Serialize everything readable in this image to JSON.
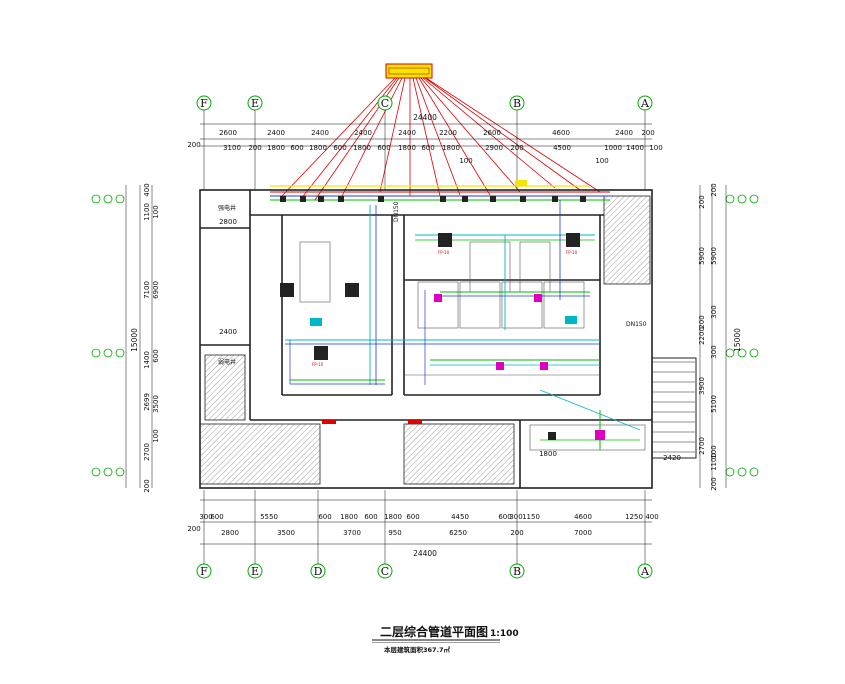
{
  "title": "二层综合管道平面图",
  "scale": "1:100",
  "area_note": "本层建筑面积367.7㎡",
  "legend_box": "",
  "axes_top": [
    "F",
    "E",
    "C",
    "B",
    "A"
  ],
  "axes_bottom": [
    "F",
    "E",
    "D",
    "C",
    "B",
    "A"
  ],
  "dims": {
    "top_row1": [
      "2600",
      "2400",
      "2400",
      "2400",
      "2400",
      "2200",
      "2600",
      "4600",
      "2400",
      "200"
    ],
    "top_total": "24400",
    "top_row2": [
      "200",
      "3100",
      "200",
      "1800",
      "600",
      "1800",
      "600",
      "1800",
      "600",
      "1800",
      "600",
      "1800",
      "2900",
      "200",
      "4500",
      "1000",
      "1400",
      "100"
    ],
    "top_small": [
      "100",
      "100"
    ],
    "bottom_row1": [
      "300",
      "600",
      "5550",
      "600",
      "1800",
      "600",
      "1800",
      "600",
      "4450",
      "600",
      "300",
      "1150",
      "4600",
      "1250",
      "400"
    ],
    "bottom_row2": [
      "200",
      "2800",
      "3500",
      "3700",
      "950",
      "6250",
      "200",
      "7000"
    ],
    "bottom_total": "24400",
    "left_outer": [
      "400",
      "1100",
      "7100",
      "1400",
      "2699",
      "2700",
      "200"
    ],
    "left_inner": [
      "100",
      "6900",
      "600",
      "3500",
      "100"
    ],
    "left_total": "15000",
    "right_outer": [
      "200",
      "5900",
      "300",
      "300",
      "5100",
      "100",
      "1100",
      "200"
    ],
    "right_inner": [
      "200",
      "5900",
      "200",
      "2200",
      "3900",
      "2700"
    ],
    "right_total": "15000",
    "misc": [
      "2800",
      "2400",
      "2420",
      "1800"
    ]
  },
  "rooms": {
    "shaft_top": "强电井",
    "shaft_mid": "弱电井",
    "dn": "DN150",
    "dn2": "DN150",
    "fp": [
      "FP-10",
      "FP-10",
      "FP-10"
    ]
  },
  "colors": {
    "wall": "#222222",
    "axis_green": "#00aa00",
    "duct_red": "#e00000",
    "pipe_cyan": "#00b7c7",
    "pipe_green": "#00c000",
    "pipe_blue": "#1e3cd0",
    "pipe_magenta": "#e000c0",
    "yellow": "#f2e600",
    "hatch": "#888888"
  }
}
